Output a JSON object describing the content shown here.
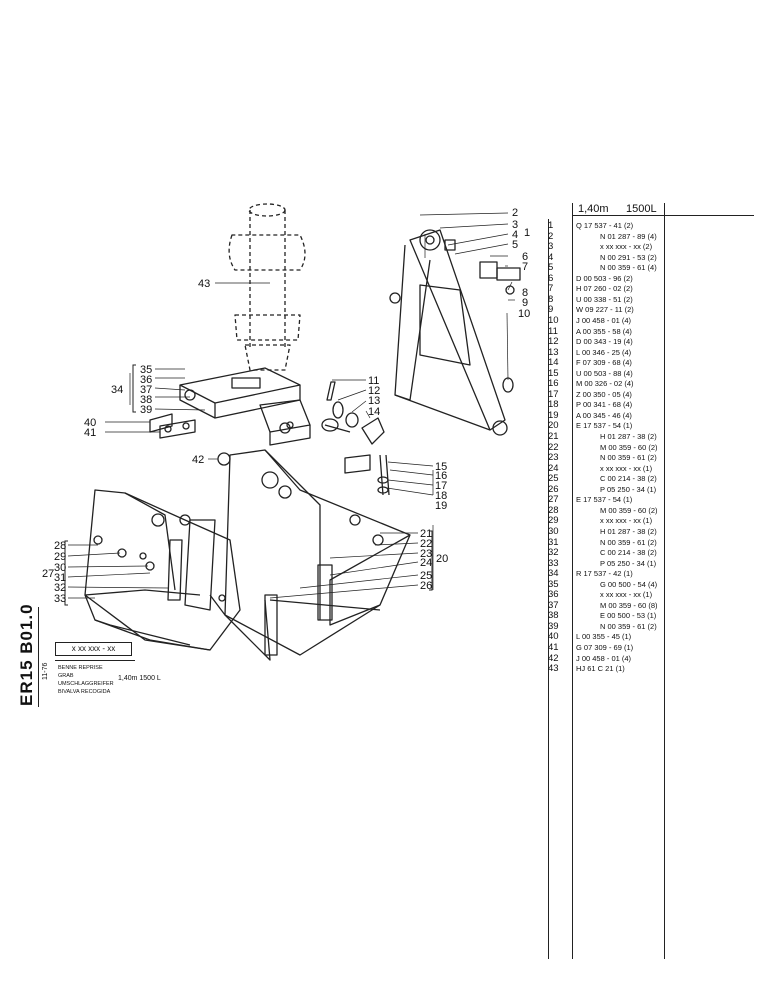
{
  "diagram": {
    "callouts": [
      "1",
      "2",
      "3",
      "4",
      "5",
      "6",
      "7",
      "8",
      "9",
      "10",
      "11",
      "12",
      "13",
      "14",
      "15",
      "16",
      "17",
      "18",
      "19",
      "20",
      "21",
      "22",
      "23",
      "24",
      "25",
      "26",
      "27",
      "28",
      "29",
      "30",
      "31",
      "32",
      "33",
      "34",
      "35",
      "36",
      "37",
      "38",
      "39",
      "40",
      "41",
      "42",
      "43"
    ]
  },
  "title_block": {
    "sheet_code": "ER15 B01.0",
    "date": "11-76",
    "reference": "x xx xxx - xx",
    "names": [
      "BENNE REPRISE",
      "GRAB",
      "UMSCHLAGGREIFER",
      "BIVALVA RECOGIDA"
    ],
    "size": "1,40m  1500 L"
  },
  "parts_table": {
    "header_size": "1,40m",
    "header_volume": "1500L",
    "rows": [
      {
        "no": "1",
        "ref": "Q 17 537 - 41 (2)",
        "sub": false
      },
      {
        "no": "2",
        "ref": "N 01 287 - 89 (4)",
        "sub": true
      },
      {
        "no": "3",
        "ref": "x xx xxx - xx (2)",
        "sub": true
      },
      {
        "no": "4",
        "ref": "N 00 291 - 53 (2)",
        "sub": true
      },
      {
        "no": "5",
        "ref": "N 00 359 - 61 (4)",
        "sub": true
      },
      {
        "no": "6",
        "ref": "D 00 503 - 96 (2)",
        "sub": false
      },
      {
        "no": "7",
        "ref": "H 07 260 - 02 (2)",
        "sub": false
      },
      {
        "no": "8",
        "ref": "U 00 338 - 51 (2)",
        "sub": false
      },
      {
        "no": "9",
        "ref": "W 09 227 - 11 (2)",
        "sub": false
      },
      {
        "no": "10",
        "ref": "J 00 458 - 01 (4)",
        "sub": false
      },
      {
        "no": "11",
        "ref": "A 00 355 - 58 (4)",
        "sub": false
      },
      {
        "no": "12",
        "ref": "D 00 343 - 19 (4)",
        "sub": false
      },
      {
        "no": "13",
        "ref": "L 00 346 - 25 (4)",
        "sub": false
      },
      {
        "no": "14",
        "ref": "F 07 309 - 68 (4)",
        "sub": false
      },
      {
        "no": "15",
        "ref": "U 00 503 - 88 (4)",
        "sub": false
      },
      {
        "no": "16",
        "ref": "M 00 326 - 02 (4)",
        "sub": false
      },
      {
        "no": "17",
        "ref": "Z 00 350 - 05 (4)",
        "sub": false
      },
      {
        "no": "18",
        "ref": "P 00 341 - 68 (4)",
        "sub": false
      },
      {
        "no": "19",
        "ref": "A 00 345 - 46 (4)",
        "sub": false
      },
      {
        "no": "20",
        "ref": "E 17 537 - 54 (1)",
        "sub": false
      },
      {
        "no": "21",
        "ref": "H 01 287 - 38 (2)",
        "sub": true
      },
      {
        "no": "22",
        "ref": "M 00 359 - 60 (2)",
        "sub": true
      },
      {
        "no": "23",
        "ref": "N 00 359 - 61 (2)",
        "sub": true
      },
      {
        "no": "24",
        "ref": "x xx xxx - xx (1)",
        "sub": true
      },
      {
        "no": "25",
        "ref": "C 00 214 - 38 (2)",
        "sub": true
      },
      {
        "no": "26",
        "ref": "P 05 250 - 34 (1)",
        "sub": true
      },
      {
        "no": "27",
        "ref": "E 17 537 - 54 (1)",
        "sub": false
      },
      {
        "no": "28",
        "ref": "M 00 359 - 60 (2)",
        "sub": true
      },
      {
        "no": "29",
        "ref": "x xx xxx - xx (1)",
        "sub": true
      },
      {
        "no": "30",
        "ref": "H 01 287 - 38 (2)",
        "sub": true
      },
      {
        "no": "31",
        "ref": "N 00 359 - 61 (2)",
        "sub": true
      },
      {
        "no": "32",
        "ref": "C 00 214 - 38 (2)",
        "sub": true
      },
      {
        "no": "33",
        "ref": "P 05 250 - 34 (1)",
        "sub": true
      },
      {
        "no": "34",
        "ref": "R 17 537 - 42 (1)",
        "sub": false
      },
      {
        "no": "35",
        "ref": "G 00 500 - 54 (4)",
        "sub": true
      },
      {
        "no": "36",
        "ref": "x xx xxx - xx (1)",
        "sub": true
      },
      {
        "no": "37",
        "ref": "M 00 359 - 60 (8)",
        "sub": true
      },
      {
        "no": "38",
        "ref": "E 00 500 - 53 (1)",
        "sub": true
      },
      {
        "no": "39",
        "ref": "N 00 359 - 61 (2)",
        "sub": true
      },
      {
        "no": "40",
        "ref": "L 00 355 - 45 (1)",
        "sub": false
      },
      {
        "no": "41",
        "ref": "G 07 309 - 69 (1)",
        "sub": false
      },
      {
        "no": "42",
        "ref": "J 00 458 - 01 (4)",
        "sub": false
      },
      {
        "no": "43",
        "ref": "HJ 61 C 21 (1)",
        "sub": false
      }
    ]
  }
}
